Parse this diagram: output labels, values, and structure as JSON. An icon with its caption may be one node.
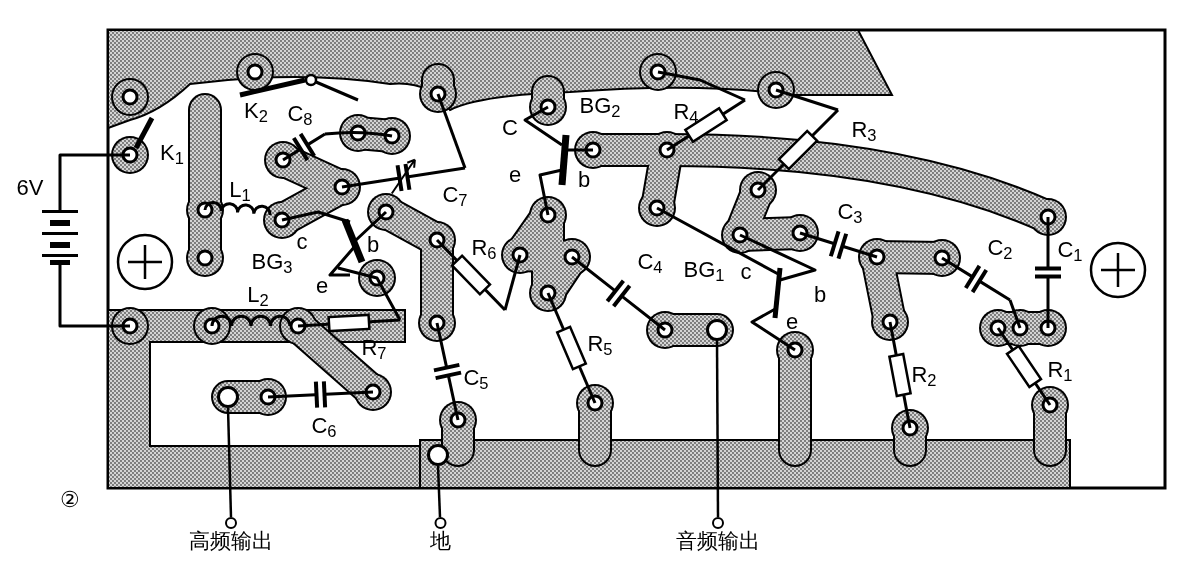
{
  "diagram": {
    "nodes": [
      {
        "text": [],
        "shape": "circle"
      },
      {
        "text": [],
        "shape": "circle"
      },
      {
        "text": [],
        "shape": "circle"
      },
      {
        "text": [
          "高频输出"
        ]
      },
      {
        "text": [
          "地"
        ]
      },
      {
        "text": [
          "音频输出"
        ]
      }
    ],
    "edges": [
      {
        "from": 0,
        "to": 3,
        "arrow": "none"
      },
      {
        "from": 1,
        "to": 4,
        "arrow": "none"
      },
      {
        "from": 2,
        "to": 5,
        "arrow": "none"
      }
    ],
    "labels": [
      "6V",
      "K$_{1}$",
      "K$_{2}$",
      "C$_{8}$",
      "L$_{1}$",
      "C$_{7}$",
      "C",
      "BG$_{2}$",
      "R$_{4}$",
      "R$_{3}$",
      "e",
      "b",
      "c",
      "b",
      "BG$_{3}$",
      "e",
      "R$_{6}$",
      "C$_{4}$",
      "BG$_{1}$",
      "c",
      "b",
      "e",
      "C$_{3}$",
      "C$_{2}$",
      "C$_{1}$",
      "L$_{2}$",
      "R$_{7}$",
      "C$_{5}$",
      "R$_{5}$",
      "R$_{2}$",
      "R$_{1}$",
      "C$_{6}$",
      "②"
    ]
  }
}
